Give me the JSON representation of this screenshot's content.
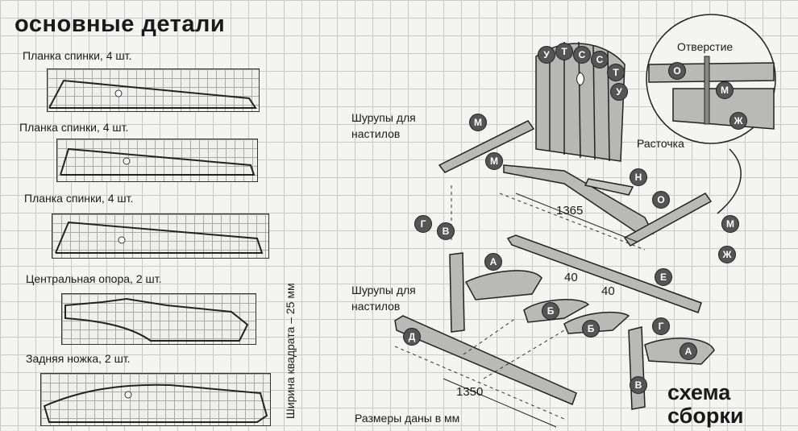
{
  "title": "основные детали",
  "parts": [
    {
      "label": "Планка спинки, 4 шт."
    },
    {
      "label": "Планка спинки, 4 шт."
    },
    {
      "label": "Планка спинки, 4 шт."
    },
    {
      "label": "Центральная опора, 2 шт."
    },
    {
      "label": "Задняя ножка, 2 шт."
    }
  ],
  "grid_note": "Ширина квадрата – 25 мм",
  "assembly": {
    "screws_1": [
      "Шурупы для",
      "настилов"
    ],
    "screws_2": [
      "Шурупы для",
      "настилов"
    ],
    "hole": "Отверстие",
    "countersink": "Расточка",
    "dims": [
      "1365",
      "40",
      "40",
      "1350"
    ],
    "units_note": "Размеры даны в мм",
    "scheme_title": [
      "схема",
      "сборки"
    ],
    "back_letters": [
      "У",
      "Т",
      "С",
      "С",
      "Т",
      "У"
    ],
    "markers": [
      "М",
      "М",
      "Г",
      "В",
      "А",
      "Н",
      "О",
      "М",
      "Ж",
      "Е",
      "Б",
      "Б",
      "Д",
      "Г",
      "А",
      "В",
      "О",
      "М",
      "Ж"
    ]
  }
}
